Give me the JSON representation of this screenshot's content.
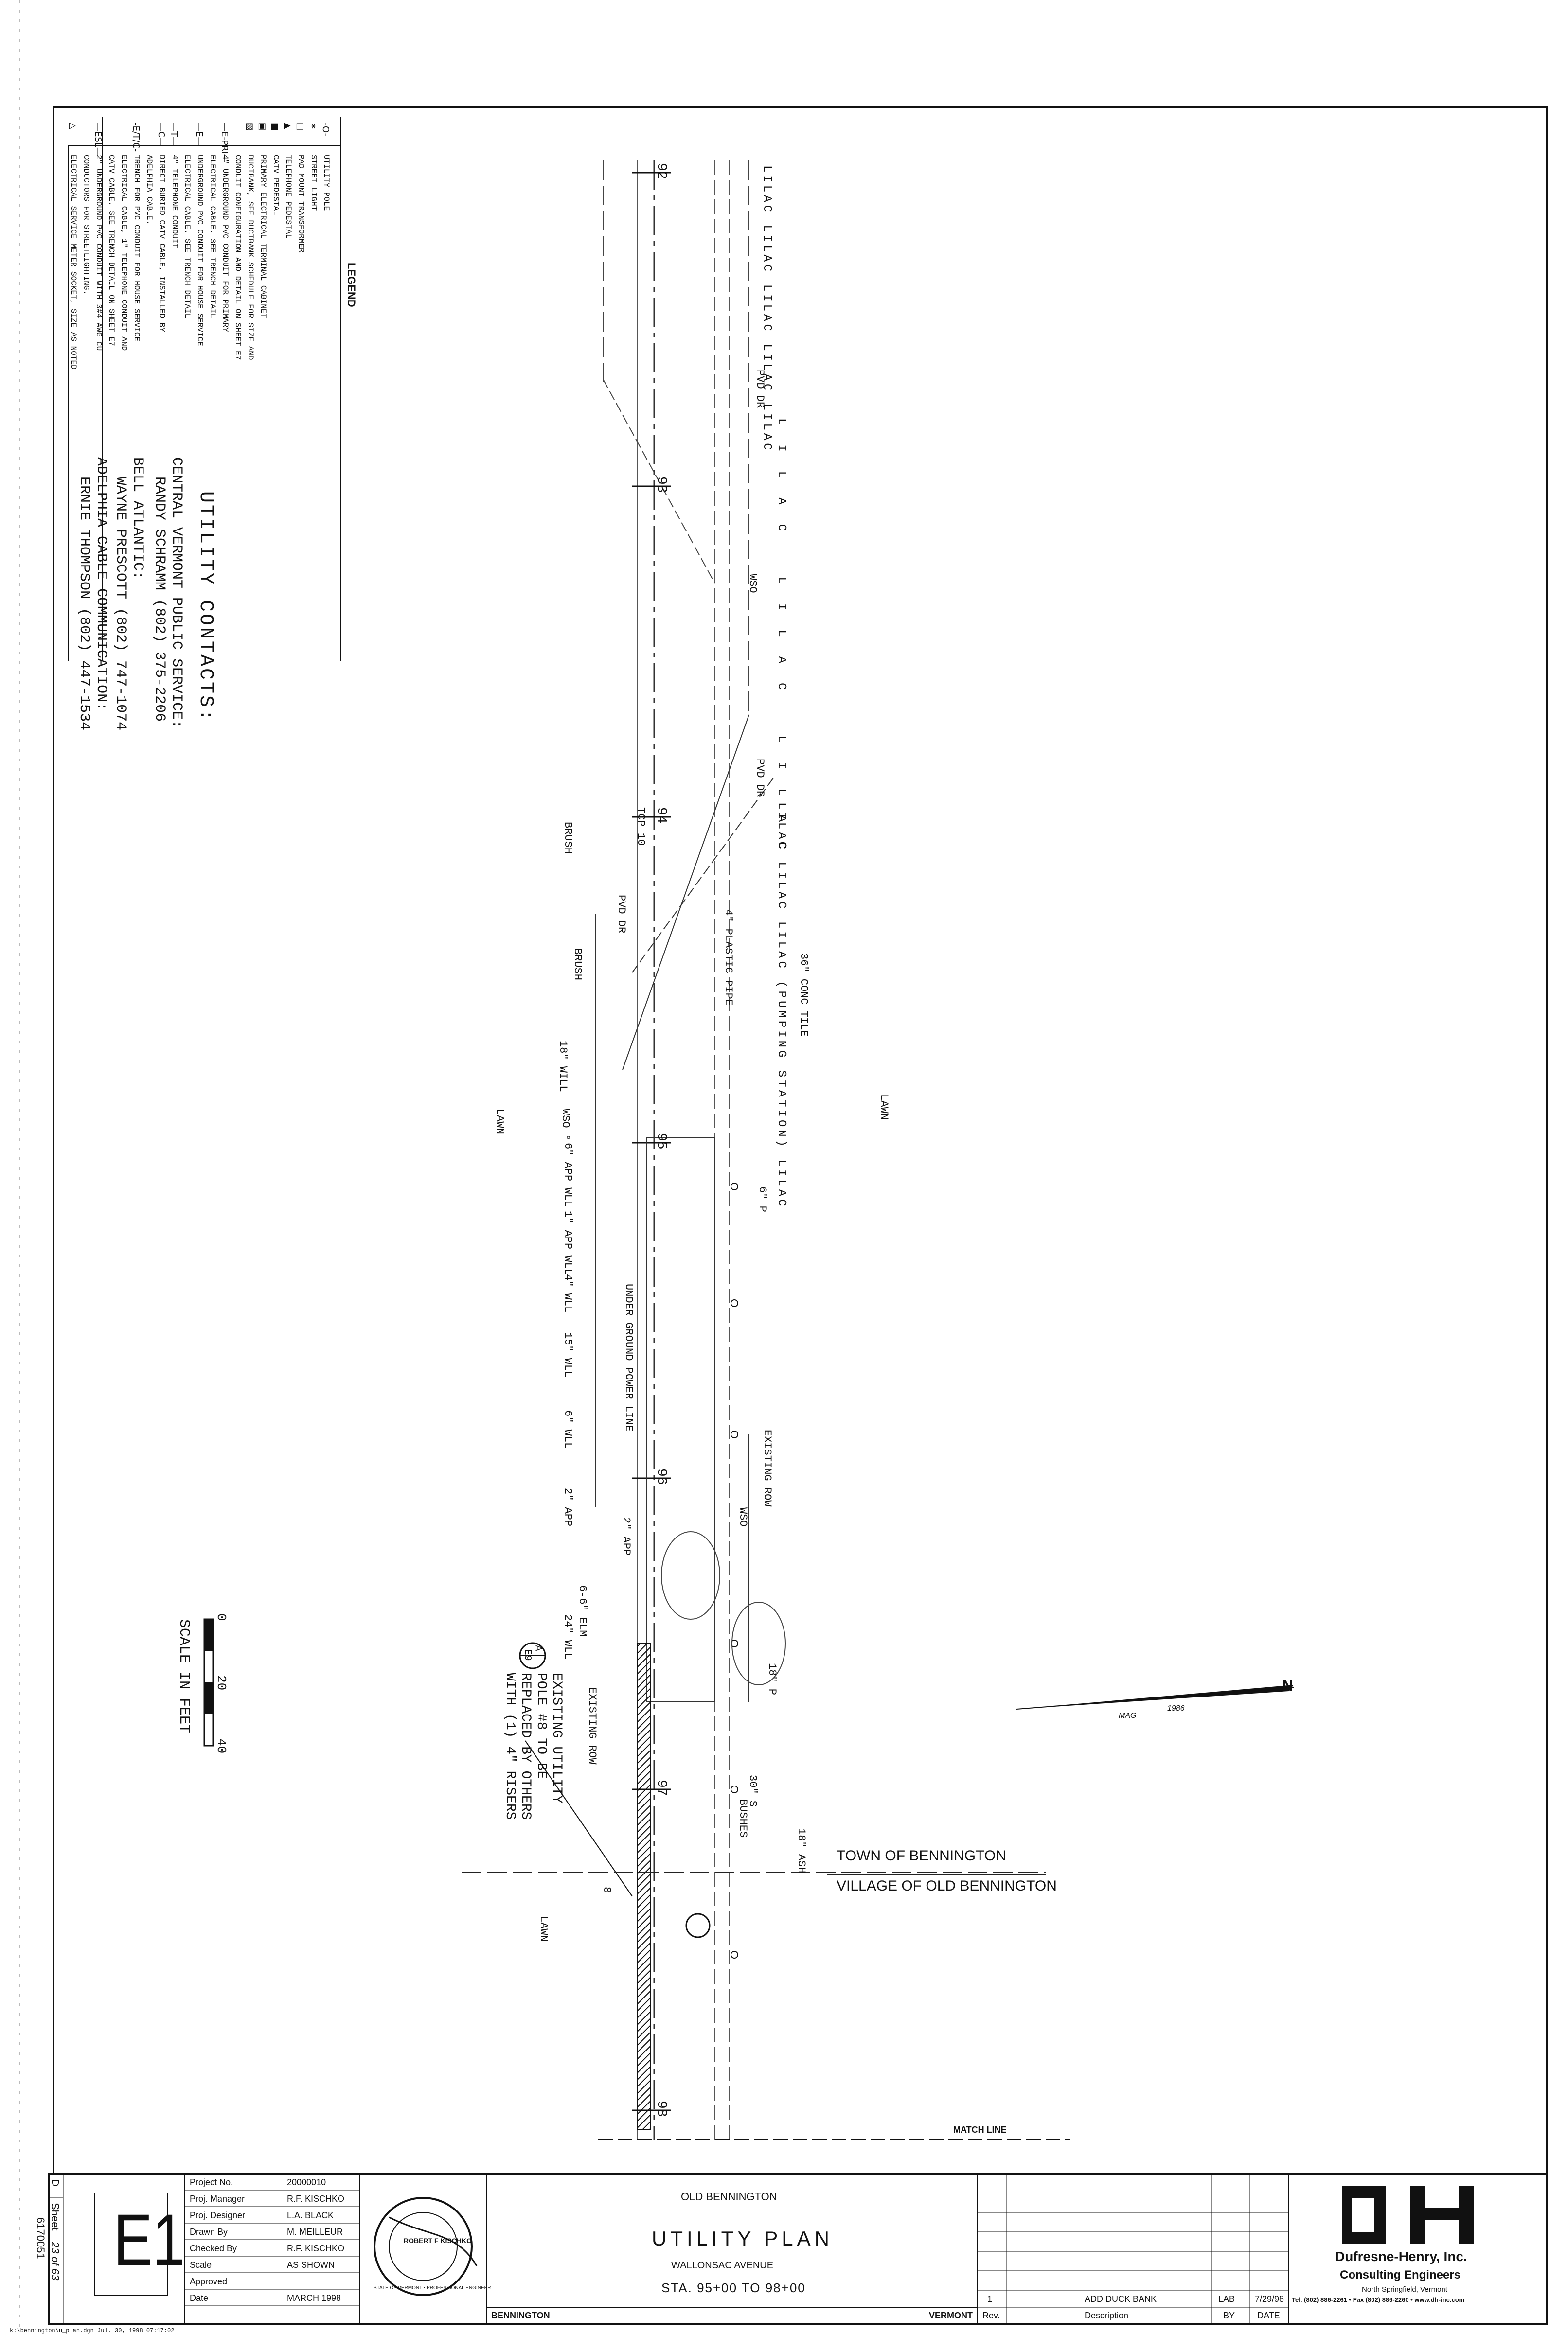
{
  "legend": {
    "title": "LEGEND",
    "items": [
      {
        "symbol": "-O-",
        "label": "UTILITY POLE"
      },
      {
        "symbol": "✶",
        "label": "STREET LIGHT"
      },
      {
        "symbol": "□",
        "label": "PAD MOUNT TRANSFORMER"
      },
      {
        "symbol": "▲",
        "label": "TELEPHONE PEDESTAL"
      },
      {
        "symbol": "■",
        "label": "CATV PEDESTAL"
      },
      {
        "symbol": "▣",
        "label": "PRIMARY ELECTRICAL TERMINAL CABINET"
      },
      {
        "symbol": "▧",
        "label": "DUCTBANK, SEE DUCTBANK SCHEDULE FOR SIZE AND"
      },
      {
        "symbol": "",
        "label": "CONDUIT CONFIGURATION AND DETAIL ON SHEET E7"
      },
      {
        "symbol": "—E-PRI—",
        "label": "4\" UNDERGROUND PVC CONDUIT FOR PRIMARY"
      },
      {
        "symbol": "",
        "label": "ELECTRICAL CABLE. SEE TRENCH DETAIL"
      },
      {
        "symbol": "—E—",
        "label": "UNDERGROUND PVC CONDUIT FOR HOUSE SERVICE"
      },
      {
        "symbol": "",
        "label": "ELECTRICAL CABLE. SEE TRENCH DETAIL"
      },
      {
        "symbol": "—T—",
        "label": "4\" TELEPHONE CONDUIT"
      },
      {
        "symbol": "—C—",
        "label": "DIRECT BURIED CATV CABLE, INSTALLED BY"
      },
      {
        "symbol": "",
        "label": "ADELPHIA CABLE."
      },
      {
        "symbol": "-E/T/C-",
        "label": "TRENCH FOR PVC CONDUIT FOR HOUSE SERVICE"
      },
      {
        "symbol": "",
        "label": "ELECTRICAL CABLE, 1\" TELEPHONE CONDUIT AND"
      },
      {
        "symbol": "",
        "label": "CATV CABLE. SEE TRENCH DETAIL ON SHEET E7"
      },
      {
        "symbol": "—ESL—",
        "label": "2\" UNDERGROUND PVC CONDUIT WITH 3#4 AWG CU"
      },
      {
        "symbol": "",
        "label": "CONDUCTORS FOR STREETLIGHTING."
      },
      {
        "symbol": "△",
        "label": "ELECTRICAL SERVICE METER SOCKET, SIZE AS NOTED"
      }
    ]
  },
  "contacts": {
    "heading": "UTILITY CONTACTS:",
    "lines": [
      "CENTRAL VERMONT PUBLIC SERVICE:",
      "RANDY SCHRAMM     (802) 375-2206",
      "BELL ATLANTIC:",
      "WAYNE PRESCOTT    (802) 747-1074",
      "ADELPHIA CABLE COMMUNICATION:",
      "ERNIE THOMPSON    (802) 447-1534"
    ]
  },
  "plan": {
    "stations": [
      "92",
      "93",
      "94",
      "95",
      "96",
      "97",
      "98"
    ],
    "labels": {
      "lilac1": "LILAC LILAC LILAC   LILAC LILAC",
      "lilac2": "LILAC   LILAC   LILAC",
      "lilac3": "LILAC   LILAC   LILAC (PUMPING STATION)   LILAC",
      "pvd_dr": "PVD DR",
      "wso": "WSO",
      "pipe": "4\" PLASTIC PIPE",
      "conc_tile": "36\" CONC TILE",
      "brush1": "BRUSH",
      "brush2": "BRUSH",
      "tcp": "TCP 10",
      "lawn_left": "LAWN",
      "lawn_right": "LAWN",
      "lawn_bottom": "LAWN",
      "well18": "18\" WILL",
      "wso_c": "WSO °",
      "app6": "6\" APP WLL",
      "app1": "1\" APP WLL",
      "app4": "4\" WLL",
      "well15": "15\" WLL",
      "well6": "6\" WLL",
      "app2": "2\" APP",
      "app2b": "2\" APP",
      "well24": "24\" WLL",
      "underground": "UNDER GROUND POWER LINE",
      "existing_row": "EXISTING ROW",
      "existing_row2": "EXISTING ROW",
      "p6": "6\" P",
      "p18": "18\" P",
      "s30": "30\" S",
      "ash18": "18\" ASH",
      "bushes": "BUSHES",
      "elm": "6-6\" ELM",
      "pole8": "8"
    },
    "callout": {
      "tag_top": "A",
      "tag_bottom": "E9",
      "lines": [
        "EXISTING UTILITY",
        "POLE #8 TO BE",
        "REPLACED BY OTHERS",
        "WITH (1) 4\" RISERS"
      ]
    },
    "town_line": {
      "town": "TOWN OF BENNINGTON",
      "village": "VILLAGE OF OLD BENNINGTON"
    },
    "north": {
      "label": "N",
      "mag": "MAG",
      "year": "1986"
    },
    "match_line": "MATCH LINE",
    "scale": {
      "title": "SCALE IN FEET",
      "ticks": [
        "0",
        "20",
        "40"
      ]
    }
  },
  "title_block": {
    "project_no_label": "Project No.",
    "project_no": "20000010",
    "proj_manager_label": "Proj. Manager",
    "proj_manager": "R.F. KISCHKO",
    "proj_designer_label": "Proj. Designer",
    "proj_designer": "L.A. BLACK",
    "drawn_by_label": "Drawn By",
    "drawn_by": "M. MEILLEUR",
    "checked_by_label": "Checked By",
    "checked_by": "R.F. KISCHKO",
    "scale_label": "Scale",
    "scale": "AS SHOWN",
    "approved_label": "Approved",
    "approved": "",
    "date_label": "Date",
    "date": "MARCH 1998",
    "sheet_label": "Sheet",
    "sheet_of": "23 of 63",
    "sheet_size": "D",
    "drawing_no": "6170051",
    "sheet_code": "E1",
    "project": "OLD BENNINGTON",
    "title": "UTILITY PLAN",
    "street": "WALLONSAC AVENUE",
    "stations": "STA. 95+00 TO 98+00",
    "town": "BENNINGTON",
    "state": "VERMONT",
    "rev_no": "1",
    "rev_desc": "ADD DUCK BANK",
    "rev_by": "LAB",
    "rev_date": "7/29/98",
    "rev_label": "Rev.",
    "desc_label": "Description",
    "by_label": "BY",
    "date_col_label": "DATE",
    "seal_text": "STATE OF VERMONT • PROFESSIONAL ENGINEER",
    "seal_name": "ROBERT F KISCHKO",
    "company": "Dufresne-Henry, Inc.",
    "company_sub": "Consulting Engineers",
    "company_loc": "North Springfield, Vermont",
    "company_contact": "Tel. (802) 886-2261 • Fax (802) 886-2260 • www.dh-inc.com",
    "logo": "DH",
    "file_path": "k:\\bennington\\u_plan.dgn   Jul. 30, 1998  07:17:02"
  }
}
